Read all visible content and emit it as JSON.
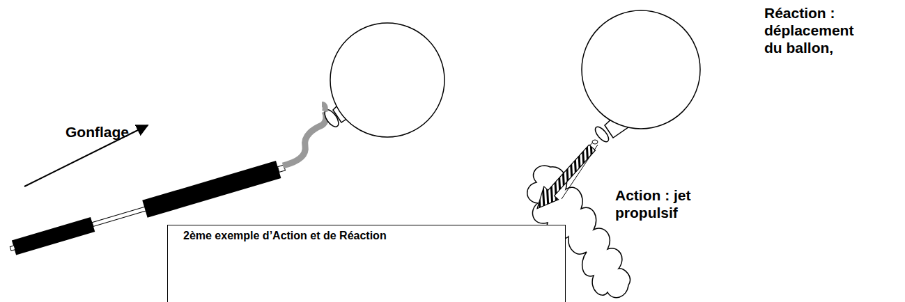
{
  "diagram": {
    "nodes": [
      {
        "text": [
          "2ème exemple d’Action et de Réaction"
        ]
      }
    ],
    "labels": [
      "Gonflage",
      "Réaction : déplacement du ballon,",
      "Action : jet propulsif"
    ]
  }
}
